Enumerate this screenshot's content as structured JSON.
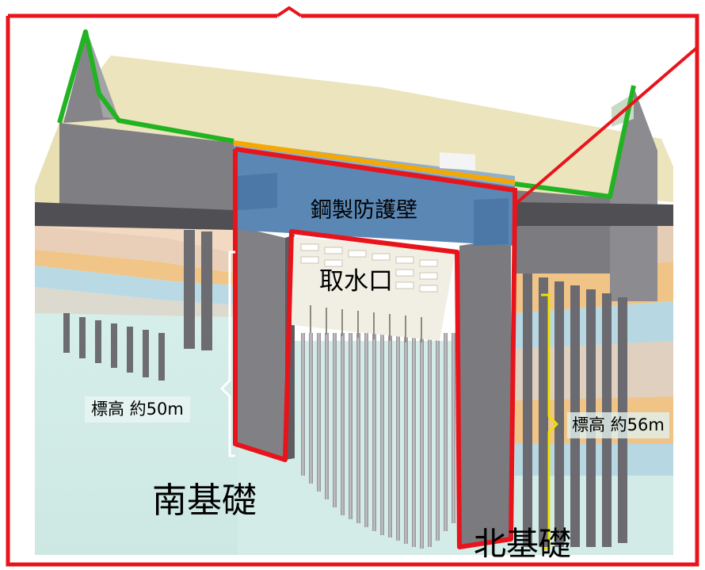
{
  "labels": {
    "steel_wall": "鋼製防護壁",
    "intake": "取水口",
    "elevation_south": "標高 約50m",
    "elevation_north": "標高 約56m",
    "south_foundation": "南基礎",
    "north_foundation": "北基礎"
  },
  "colors": {
    "outline_red": "#e8141c",
    "green_line": "#22b322",
    "orange_line": "#f5a800",
    "bracket_yellow": "#f0e000",
    "wall_blue": "#5b87b5",
    "concrete_gray": "#7b7b80",
    "ground_teal": "#cfe9e4",
    "top_beige": "#ece4bc"
  }
}
